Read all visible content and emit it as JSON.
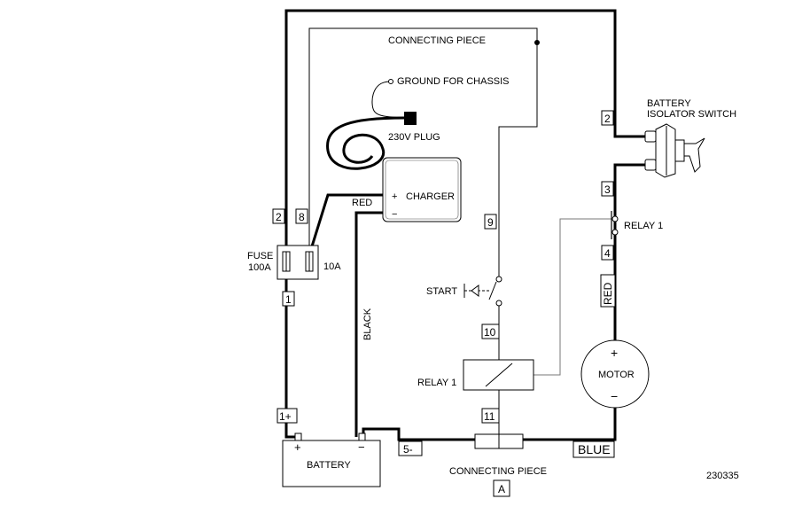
{
  "labels": {
    "connecting_piece_top": "CONNECTING PIECE",
    "ground": "GROUND FOR CHASSIS",
    "plug": "230V PLUG",
    "charger": "CHARGER",
    "red": "RED",
    "black": "BLACK",
    "fuse": "FUSE",
    "fuse_rating": "100A",
    "fuse_small": "10A",
    "battery_isolator_line1": "BATTERY",
    "battery_isolator_line2": "ISOLATOR SWITCH",
    "relay_top": "RELAY 1",
    "start": "START",
    "relay_bottom": "RELAY 1",
    "motor": "MOTOR",
    "battery": "BATTERY",
    "connecting_piece_bottom": "CONNECTING PIECE",
    "connector_a": "A",
    "red_vertical": "RED",
    "blue": "BLUE",
    "code": "230335"
  },
  "wire_numbers": {
    "n1": "1",
    "n1plus": "1+",
    "n2_left": "2",
    "n8": "8",
    "n2_right": "2",
    "n3": "3",
    "n4": "4",
    "n9": "9",
    "n10": "10",
    "n11": "11",
    "n5minus": "5-"
  },
  "symbols": {
    "plus": "+",
    "minus": "−"
  }
}
